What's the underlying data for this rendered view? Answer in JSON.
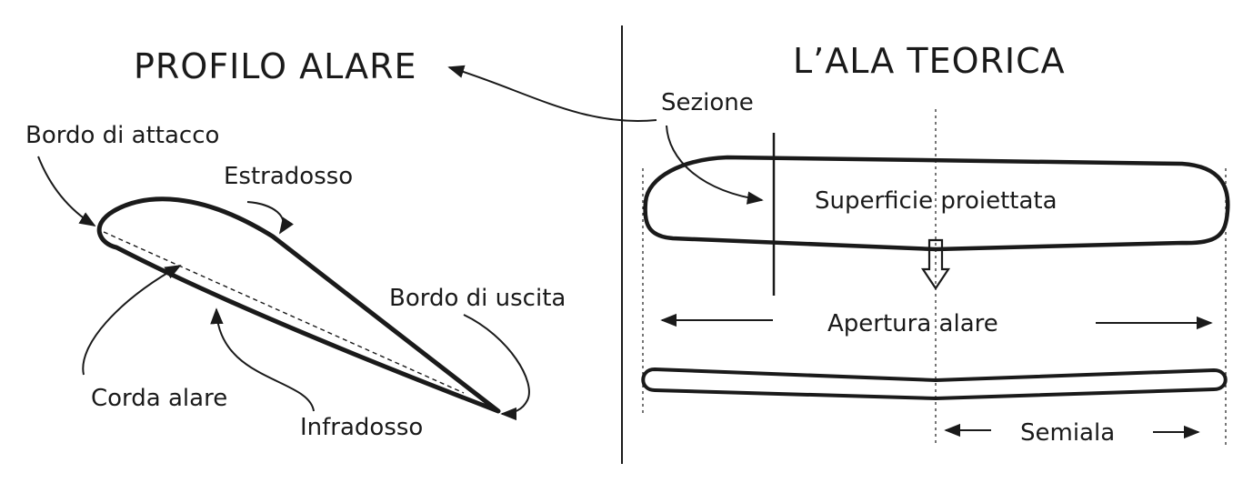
{
  "left_panel": {
    "title": "PROFILO ALARE",
    "labels": {
      "leading_edge": "Bordo di attacco",
      "upper_surface": "Estradosso",
      "trailing_edge": "Bordo di uscita",
      "chord": "Corda alare",
      "lower_surface": "Infradosso"
    }
  },
  "right_panel": {
    "title": "L’ALA TEORICA",
    "labels": {
      "section": "Sezione",
      "projected_surface": "Superficie proiettata",
      "wingspan": "Apertura alare",
      "half_wing": "Semiala"
    }
  }
}
